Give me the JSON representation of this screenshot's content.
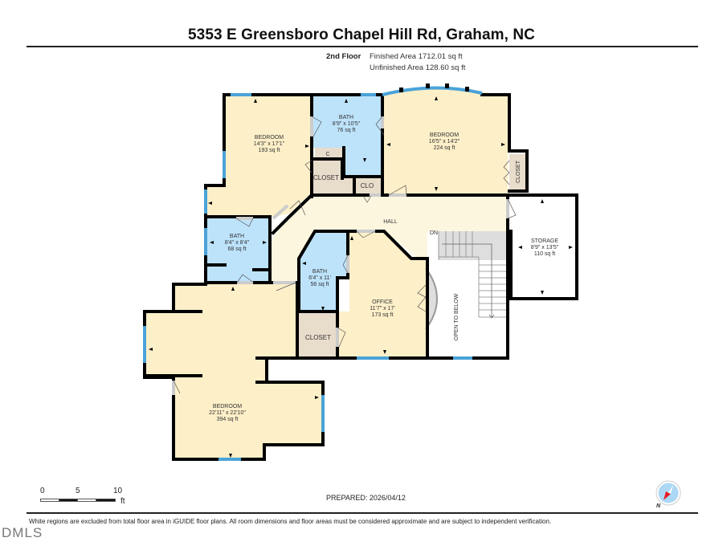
{
  "header": {
    "title": "5353 E Greensboro Chapel Hill Rd, Graham, NC",
    "floor_label": "2nd Floor",
    "finished_area": "Finished Area 1712.01 sq ft",
    "unfinished_area": "Unfinished Area 128.60 sq ft"
  },
  "rooms": [
    {
      "id": "bedroom-nw",
      "name": "BEDROOM",
      "dims": "14'3\" x 17'1\"",
      "area": "193 sq ft"
    },
    {
      "id": "bath-north",
      "name": "BATH",
      "dims": "8'9\" x 10'5\"",
      "area": "76 sq ft"
    },
    {
      "id": "bedroom-ne",
      "name": "BEDROOM",
      "dims": "16'5\" x 14'2\"",
      "area": "224 sq ft"
    },
    {
      "id": "bath-west",
      "name": "BATH",
      "dims": "8'4\" x 8'4\"",
      "area": "68 sq ft"
    },
    {
      "id": "bath-center",
      "name": "BATH",
      "dims": "6'4\" x 11'",
      "area": "56 sq ft"
    },
    {
      "id": "office",
      "name": "OFFICE",
      "dims": "11'7\" x 17'",
      "area": "173 sq ft"
    },
    {
      "id": "storage",
      "name": "STORAGE",
      "dims": "8'9\" x 13'5\"",
      "area": "110 sq ft"
    },
    {
      "id": "bedroom-sw",
      "name": "BEDROOM",
      "dims": "22'11\" x 22'10\"",
      "area": "394 sq ft"
    }
  ],
  "labels": {
    "hall": "HALL",
    "dn": "DN",
    "open_to_below": "OPEN TO BELOW",
    "closet": "CLOSET",
    "clo": "CLO",
    "c": "C"
  },
  "scale": {
    "ticks": [
      "0",
      "5",
      "10"
    ],
    "unit": "ft"
  },
  "footer": {
    "prepared": "PREPARED: 2026/04/12",
    "compass_north": "N",
    "disclaimer": "White regions are excluded from total floor area in iGUIDE floor plans. All room dimensions and floor areas must be considered approximate and are subject to independent verification.",
    "watermark": "DMLS"
  },
  "colors": {
    "bedroom_fill": "#fdefc8",
    "bath_fill": "#bde3fb",
    "closet_fill": "#e8dccb",
    "hall_fill": "#fdf6df",
    "stair_fill": "#dedede",
    "wall": "#000000",
    "window": "#4aa3d8"
  }
}
